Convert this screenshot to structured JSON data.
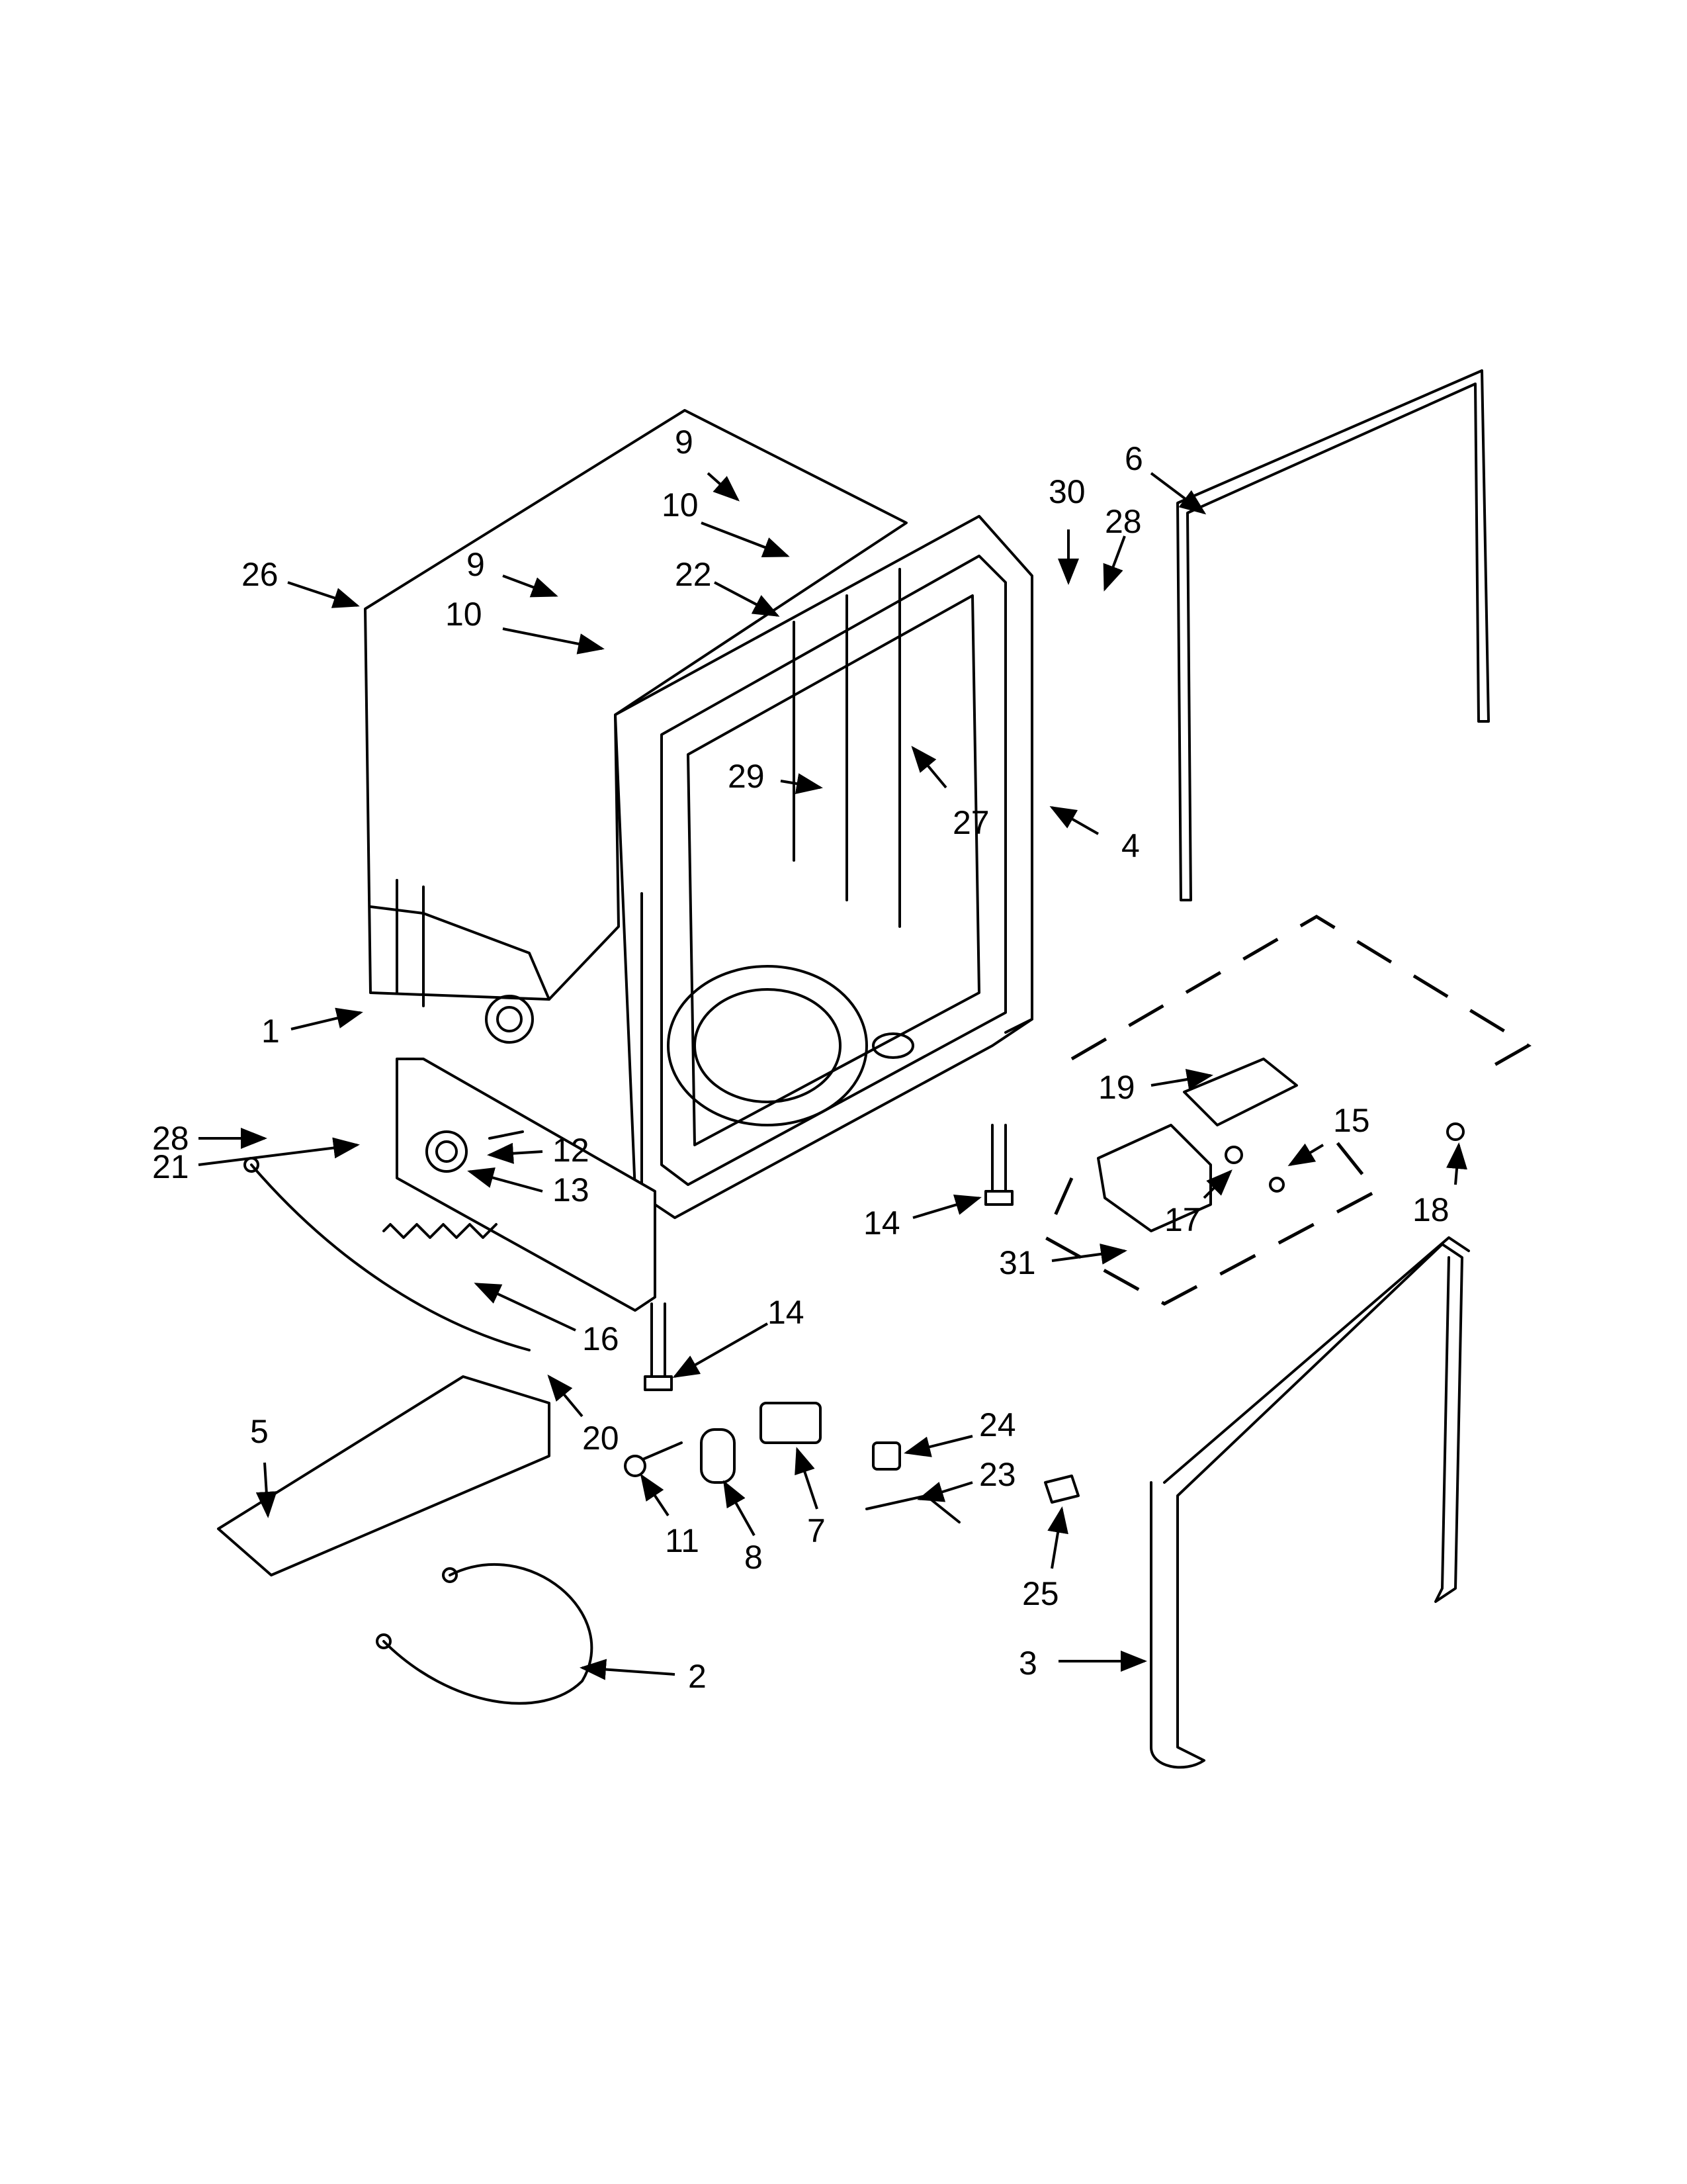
{
  "callouts": [
    {
      "id": "c1",
      "text": "1"
    },
    {
      "id": "c2",
      "text": "2"
    },
    {
      "id": "c3",
      "text": "3"
    },
    {
      "id": "c4",
      "text": "4"
    },
    {
      "id": "c5",
      "text": "5"
    },
    {
      "id": "c6",
      "text": "6"
    },
    {
      "id": "c7",
      "text": "7"
    },
    {
      "id": "c8",
      "text": "8"
    },
    {
      "id": "c9a",
      "text": "9"
    },
    {
      "id": "c9b",
      "text": "9"
    },
    {
      "id": "c10a",
      "text": "10"
    },
    {
      "id": "c10b",
      "text": "10"
    },
    {
      "id": "c11",
      "text": "11"
    },
    {
      "id": "c12",
      "text": "12"
    },
    {
      "id": "c13",
      "text": "13"
    },
    {
      "id": "c14a",
      "text": "14"
    },
    {
      "id": "c14b",
      "text": "14"
    },
    {
      "id": "c15",
      "text": "15"
    },
    {
      "id": "c16",
      "text": "16"
    },
    {
      "id": "c17",
      "text": "17"
    },
    {
      "id": "c18",
      "text": "18"
    },
    {
      "id": "c19",
      "text": "19"
    },
    {
      "id": "c20",
      "text": "20"
    },
    {
      "id": "c21",
      "text": "21"
    },
    {
      "id": "c22",
      "text": "22"
    },
    {
      "id": "c23",
      "text": "23"
    },
    {
      "id": "c24",
      "text": "24"
    },
    {
      "id": "c25",
      "text": "25"
    },
    {
      "id": "c26",
      "text": "26"
    },
    {
      "id": "c27",
      "text": "27"
    },
    {
      "id": "c28a",
      "text": "28"
    },
    {
      "id": "c28b",
      "text": "28"
    },
    {
      "id": "c29",
      "text": "29"
    },
    {
      "id": "c30",
      "text": "30"
    },
    {
      "id": "c31",
      "text": "31"
    }
  ],
  "colors": {
    "line": "#000000",
    "background": "#ffffff"
  }
}
